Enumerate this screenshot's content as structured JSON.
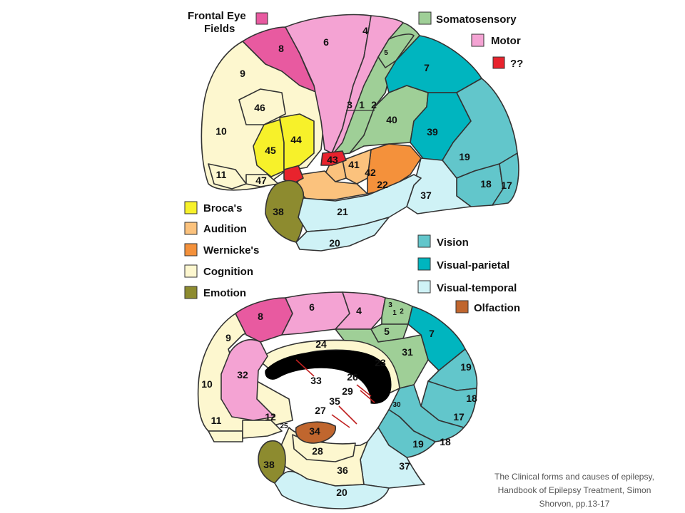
{
  "colors": {
    "frontal_eye_fields": "#e85aa0",
    "somatosensory": "#9fcf97",
    "motor": "#f4a3d3",
    "unknown": "#e8232d",
    "brocas": "#f7f12a",
    "audition": "#fbc27d",
    "wernickes": "#f4913b",
    "cognition": "#fdf7cf",
    "emotion": "#8d8b2f",
    "vision": "#62c6cb",
    "visual_parietal": "#00b5bf",
    "visual_temporal": "#cff2f6",
    "olfaction": "#c0662e",
    "callosum": "#000000"
  },
  "legend_top": [
    {
      "label": "Frontal Eye",
      "label2": "Fields",
      "color": "#e85aa0"
    },
    {
      "label": "Somatosensory",
      "color": "#9fcf97"
    },
    {
      "label": "Motor",
      "color": "#f4a3d3"
    },
    {
      "label": "??",
      "color": "#e8232d"
    }
  ],
  "legend_left": [
    {
      "label": "Broca's",
      "color": "#f7f12a"
    },
    {
      "label": "Audition",
      "color": "#fbc27d"
    },
    {
      "label": "Wernicke's",
      "color": "#f4913b"
    },
    {
      "label": "Cognition",
      "color": "#fdf7cf"
    },
    {
      "label": "Emotion",
      "color": "#8d8b2f"
    }
  ],
  "legend_right": [
    {
      "label": "Vision",
      "color": "#62c6cb"
    },
    {
      "label": "Visual-parietal",
      "color": "#00b5bf"
    },
    {
      "label": "Visual-temporal",
      "color": "#cff2f6"
    },
    {
      "label": "Olfaction",
      "color": "#c0662e"
    }
  ],
  "lateral_areas": [
    "8",
    "6",
    "4",
    "5",
    "7",
    "9",
    "46",
    "3",
    "1",
    "2",
    "40",
    "39",
    "10",
    "45",
    "44",
    "43",
    "41",
    "42",
    "22",
    "19",
    "11",
    "47",
    "18",
    "17",
    "38",
    "21",
    "37",
    "20"
  ],
  "medial_areas": [
    "8",
    "6",
    "4",
    "3",
    "1",
    "2",
    "9",
    "5",
    "7",
    "24",
    "31",
    "23",
    "19",
    "10",
    "32",
    "33",
    "26",
    "29",
    "30",
    "18",
    "35",
    "27",
    "12",
    "11",
    "25",
    "34",
    "17",
    "28",
    "19",
    "18",
    "38",
    "36",
    "37",
    "20"
  ],
  "caption": {
    "line1": "The Clinical forms and causes of epilepsy,",
    "line2": "Handbook of Epilepsy Treatment, Simon",
    "line3": "Shorvon, pp.13-17"
  }
}
